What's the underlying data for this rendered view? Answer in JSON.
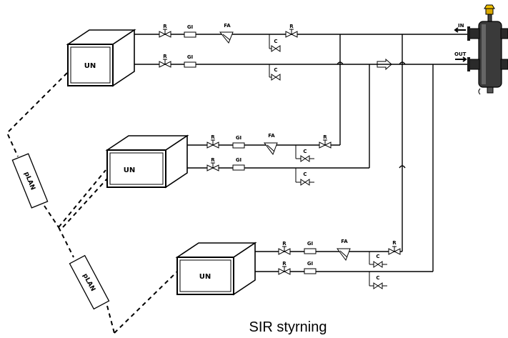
{
  "diagram": {
    "caption": "SIR styrning",
    "units": [
      {
        "label": "UN",
        "supply_line": {
          "valves": [
            "R",
            "GI",
            "FA",
            "C",
            "R"
          ]
        },
        "return_line": {
          "valves": [
            "R",
            "GI",
            "C"
          ]
        }
      },
      {
        "label": "UN",
        "supply_line": {
          "valves": [
            "R",
            "GI",
            "FA",
            "C",
            "R"
          ]
        },
        "return_line": {
          "valves": [
            "R",
            "GI",
            "C"
          ]
        }
      },
      {
        "label": "UN",
        "supply_line": {
          "valves": [
            "R",
            "GI",
            "FA",
            "C",
            "R"
          ]
        },
        "return_line": {
          "valves": [
            "R",
            "GI",
            "C"
          ]
        }
      }
    ],
    "controllers": [
      {
        "label": "pLAN"
      },
      {
        "label": "pLAN"
      }
    ],
    "separator": {
      "in_label": "IN",
      "out_label": "OUT"
    },
    "labels": {
      "R": "R",
      "GI": "GI",
      "FA": "FA",
      "C": "C"
    }
  }
}
